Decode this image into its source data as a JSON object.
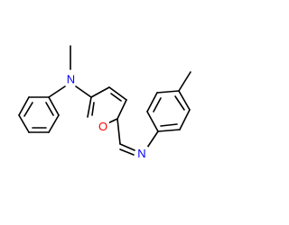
{
  "molecule": {
    "atoms": [
      {
        "element": "N",
        "label": "N",
        "color": "#0000ff"
      },
      {
        "element": "O",
        "label": "O",
        "color": "#ff0000"
      },
      {
        "element": "N",
        "label": "N",
        "color": "#0000ff"
      }
    ],
    "bond_color": "#000000",
    "background": "#ffffff"
  }
}
